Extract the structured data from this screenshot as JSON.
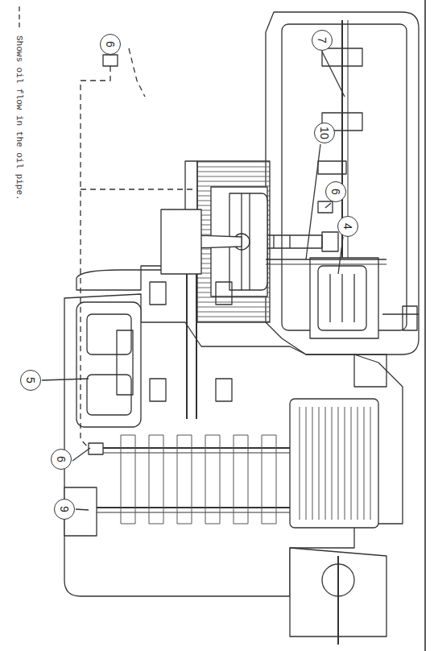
{
  "diagram": {
    "nodes": [
      {
        "text": [
          "6"
        ]
      },
      {
        "text": [
          "7"
        ]
      },
      {
        "text": [
          "10"
        ]
      },
      {
        "text": [
          "6"
        ]
      },
      {
        "text": [
          "4"
        ]
      },
      {
        "text": [
          "5"
        ]
      },
      {
        "text": [
          "6"
        ]
      },
      {
        "text": [
          "9"
        ]
      }
    ],
    "legend": [
      {
        "text": "Shows oil flow in the oil pipe."
      }
    ]
  }
}
